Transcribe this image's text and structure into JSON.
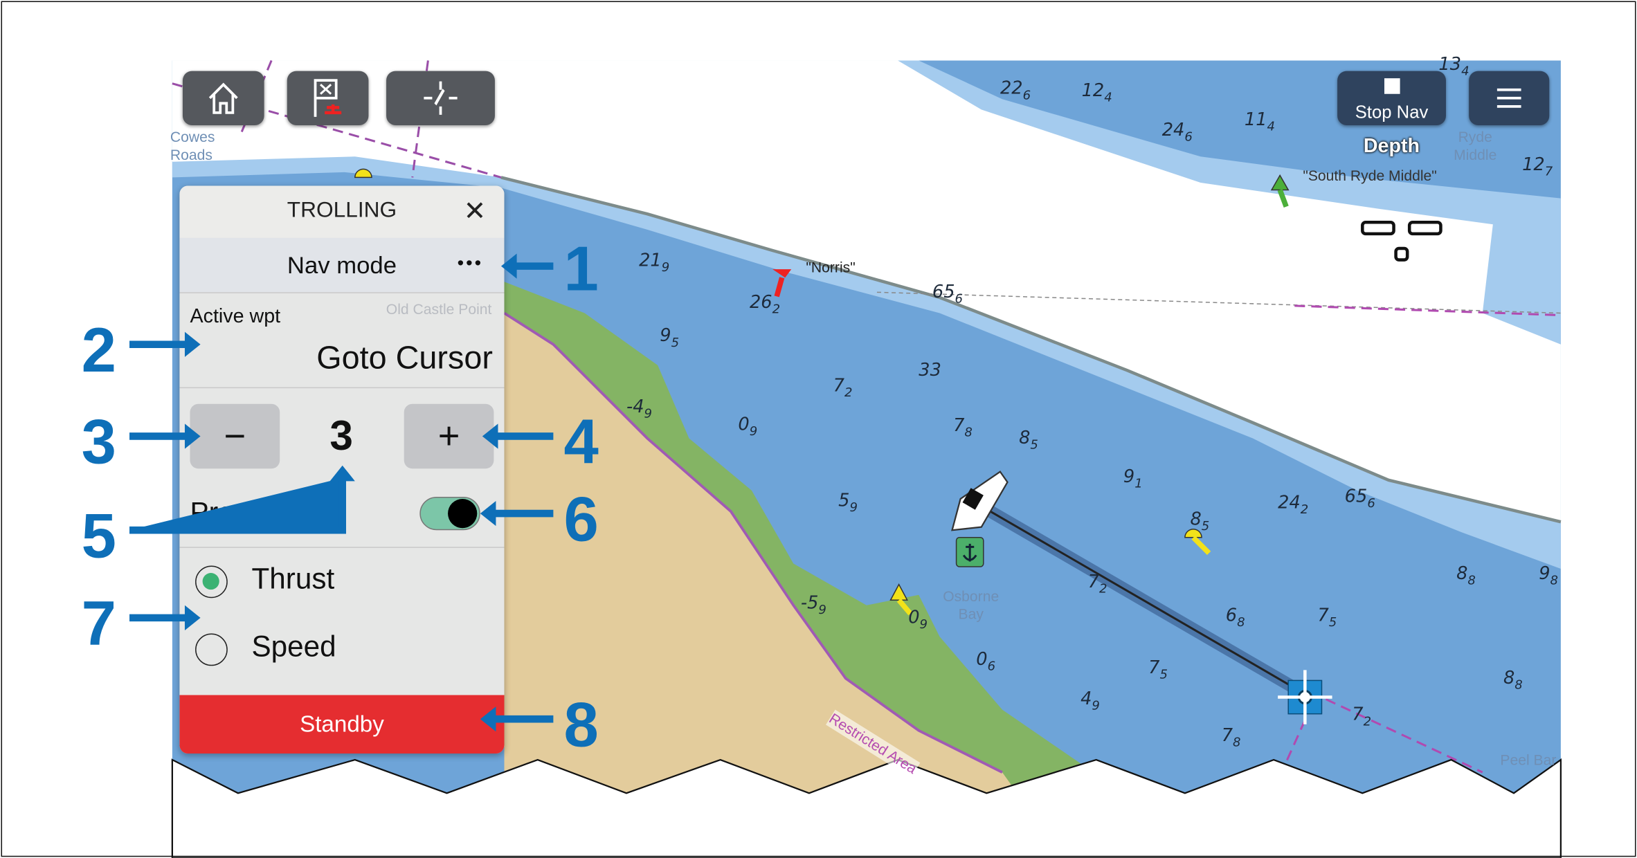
{
  "toolbar": {
    "home_icon": "home-icon",
    "waypoint_icon": "waypoint-flag-icon",
    "pilot_icon": "autopilot-icon",
    "stop_nav_label": "Stop Nav",
    "menu_icon": "hamburger-menu-icon"
  },
  "depth_label": "Depth",
  "panel": {
    "title": "TROLLING",
    "nav_mode_label": "Nav mode",
    "nav_mode_more": "•••",
    "active_wpt_label": "Active wpt",
    "active_wpt_value": "Goto Cursor",
    "minus_label": "−",
    "plus_label": "+",
    "step_value": "3",
    "propeller_label": "Propeller",
    "propeller_on": true,
    "modes": [
      {
        "label": "Thrust",
        "selected": true
      },
      {
        "label": "Speed",
        "selected": false
      }
    ],
    "standby_label": "Standby"
  },
  "map_labels": {
    "cowes": "Cowes Roads",
    "ryde": "Ryde Middle",
    "south_ryde": "\"South Ryde Middle\"",
    "norris": "\"Norris\"",
    "osborne": "Osborne Bay",
    "restricted": "Restricted Area",
    "old_castle": "Old Castle Point",
    "peel": "Peel Bar"
  },
  "soundings": [
    [
      "22",
      "6"
    ],
    [
      "12",
      "4"
    ],
    [
      "13",
      "4"
    ],
    [
      "11",
      "4"
    ],
    [
      "24",
      "6"
    ],
    [
      "12",
      "7"
    ],
    [
      "21",
      "9"
    ],
    [
      "26",
      "2"
    ],
    [
      "65",
      "6"
    ],
    [
      "9",
      "5"
    ],
    [
      "33",
      ""
    ],
    [
      "7",
      "2"
    ],
    [
      "-4",
      "9"
    ],
    [
      "0",
      "9"
    ],
    [
      "7",
      "8"
    ],
    [
      "8",
      "5"
    ],
    [
      "9",
      "1"
    ],
    [
      "5",
      "9"
    ],
    [
      "65",
      "6"
    ],
    [
      "24",
      "2"
    ],
    [
      "8",
      "5"
    ],
    [
      "7",
      "2"
    ],
    [
      "6",
      "8"
    ],
    [
      "7",
      "5"
    ],
    [
      "-5",
      "9"
    ],
    [
      "0",
      "9"
    ],
    [
      "0",
      "6"
    ],
    [
      "7",
      "5"
    ],
    [
      "4",
      "9"
    ],
    [
      "7",
      "8"
    ],
    [
      "7",
      "2"
    ],
    [
      "8",
      "8"
    ],
    [
      "9",
      "8"
    ],
    [
      "8",
      "8"
    ]
  ],
  "callouts": [
    "1",
    "2",
    "3",
    "4",
    "5",
    "6",
    "7",
    "8"
  ],
  "colors": {
    "deep": "#6ea4d8",
    "shallow": "#a4cbee",
    "land": "#e3cc9c",
    "green": "#84b464",
    "standby": "#e52d30",
    "callout": "#0e6fb8",
    "toggle": "#7cc6a8",
    "radio": "#3bb273"
  }
}
